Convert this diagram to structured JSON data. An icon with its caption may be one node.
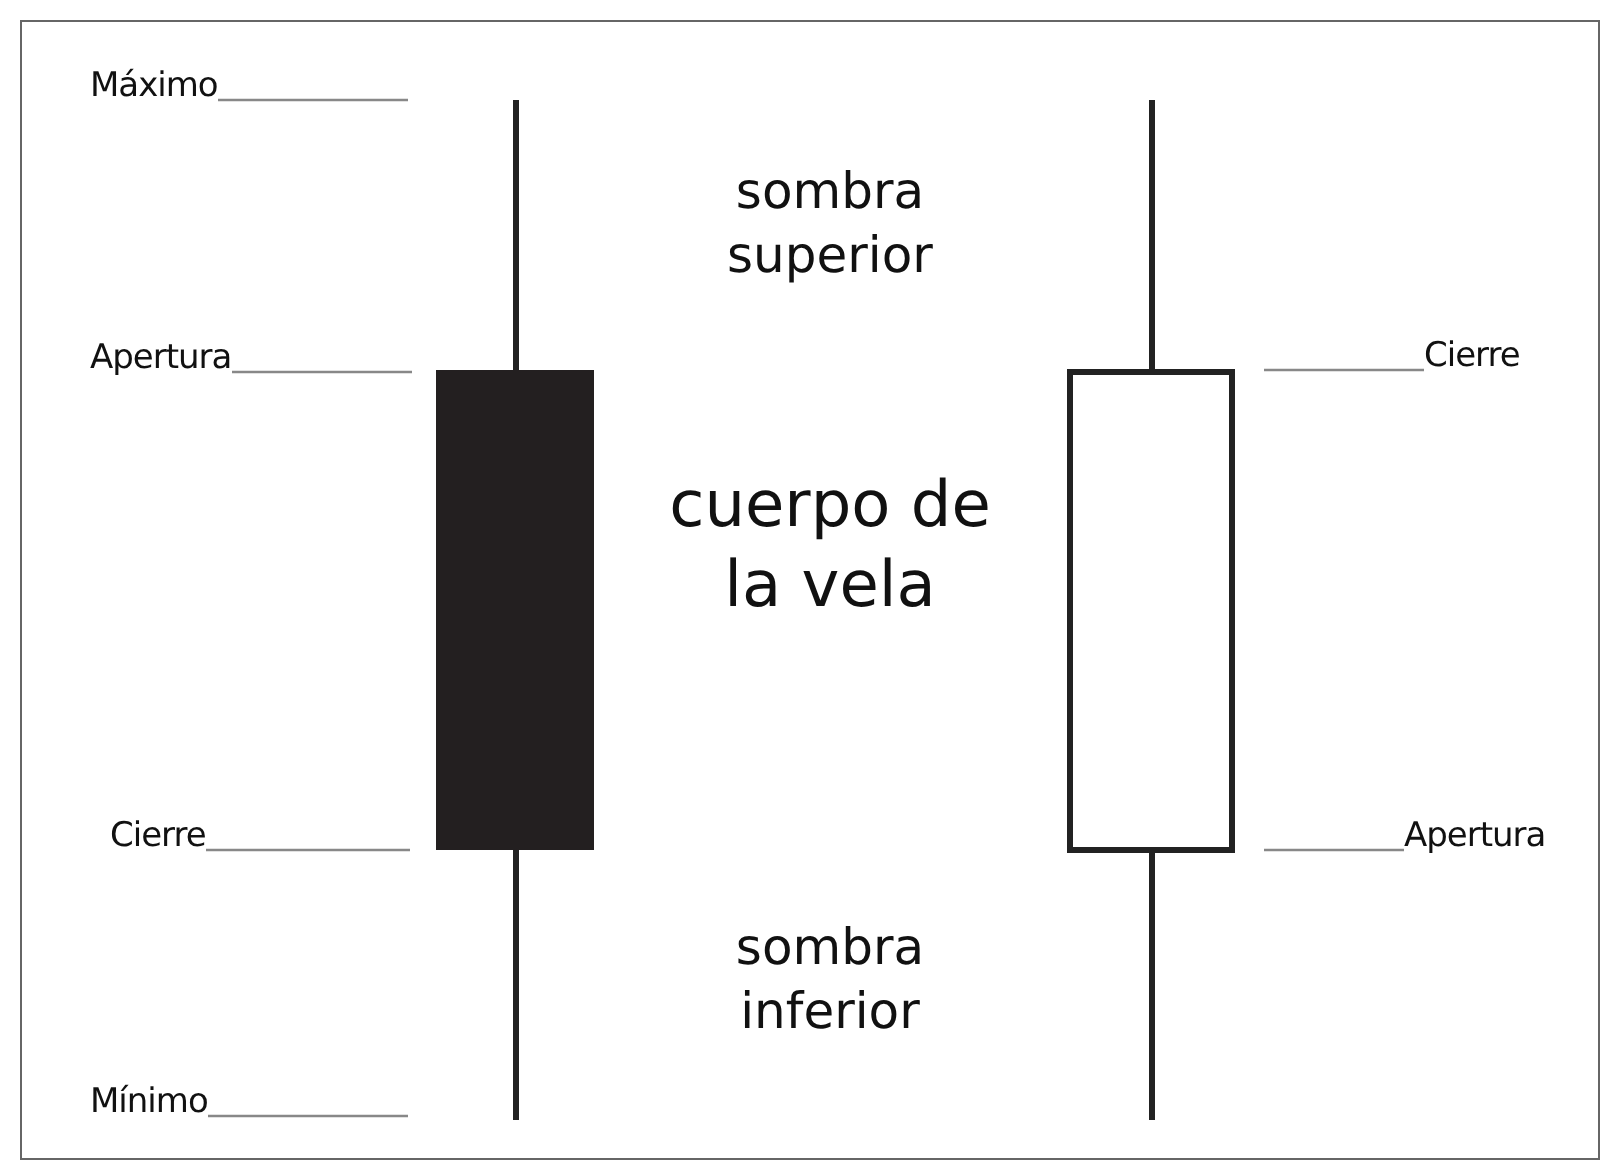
{
  "diagram": {
    "nodes": [
      {
        "text": [
          "Máximo"
        ]
      },
      {
        "text": [
          "Apertura"
        ]
      },
      {
        "text": [
          "Cierre"
        ]
      },
      {
        "text": [
          "Mínimo"
        ]
      },
      {
        "text": [
          "Cierre"
        ]
      },
      {
        "text": [
          "Apertura"
        ]
      }
    ],
    "edges": [
      {
        "from": 0,
        "to": null,
        "arrow": "none"
      },
      {
        "from": 1,
        "to": null,
        "arrow": "none"
      },
      {
        "from": 2,
        "to": null,
        "arrow": "none"
      },
      {
        "from": 3,
        "to": null,
        "arrow": "none"
      },
      {
        "from": 4,
        "to": null,
        "arrow": "none"
      },
      {
        "from": 5,
        "to": null,
        "arrow": "none"
      }
    ],
    "labels": [
      "sombra superior",
      "cuerpo de la vela",
      "sombra inferior"
    ]
  }
}
